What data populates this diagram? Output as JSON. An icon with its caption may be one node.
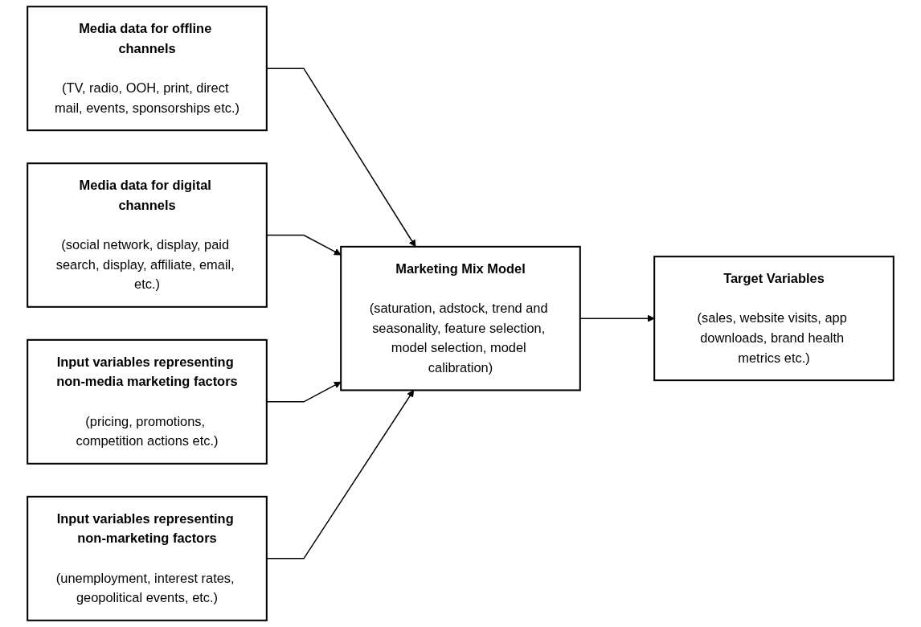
{
  "diagram": {
    "nodes": [
      {
        "text": [
          "Media data for offline channels",
          "(TV, radio, OOH, print, direct mail, events, sponsorships etc.)"
        ]
      },
      {
        "text": [
          "Media data for digital channels",
          "(social network, display, paid search, display, affiliate, email, etc.)"
        ]
      },
      {
        "text": [
          "Input variables representing non-media marketing factors",
          "(pricing, promotions, competition actions etc.)"
        ]
      },
      {
        "text": [
          "Input variables representing non-marketing factors",
          "(unemployment, interest rates, geopolitical events, etc.)"
        ]
      },
      {
        "text": [
          "Marketing Mix Model",
          "(saturation, adstock, trend and seasonality, feature selection, model selection, model calibration)"
        ]
      },
      {
        "text": [
          "Target Variables",
          "(sales, website visits, app downloads, brand health metrics etc.)"
        ]
      }
    ],
    "edges": [
      {
        "from": 0,
        "to": 4,
        "arrow": "to"
      },
      {
        "from": 1,
        "to": 4,
        "arrow": "to"
      },
      {
        "from": 2,
        "to": 4,
        "arrow": "to"
      },
      {
        "from": 3,
        "to": 4,
        "arrow": "to"
      },
      {
        "from": 4,
        "to": 5,
        "arrow": "to"
      }
    ]
  }
}
